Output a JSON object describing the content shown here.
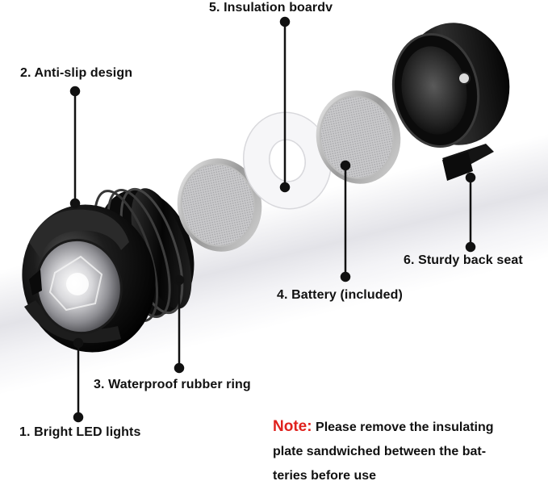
{
  "labels": {
    "insulation_board": "5. Insulation boardv",
    "anti_slip": "2. Anti-slip design",
    "back_seat": "6. Sturdy back seat",
    "battery": "4. Battery (included)",
    "rubber_ring": "3. Waterproof  rubber ring",
    "led_lights": "1. Bright LED lights"
  },
  "note": {
    "heading": "Note:",
    "line1": "Please remove the insulating",
    "line2": "plate sandwiched between the bat-",
    "line3": "teries before use"
  },
  "colors": {
    "note_heading": "#e0211d",
    "text": "#111111",
    "leader_line": "#111111"
  }
}
